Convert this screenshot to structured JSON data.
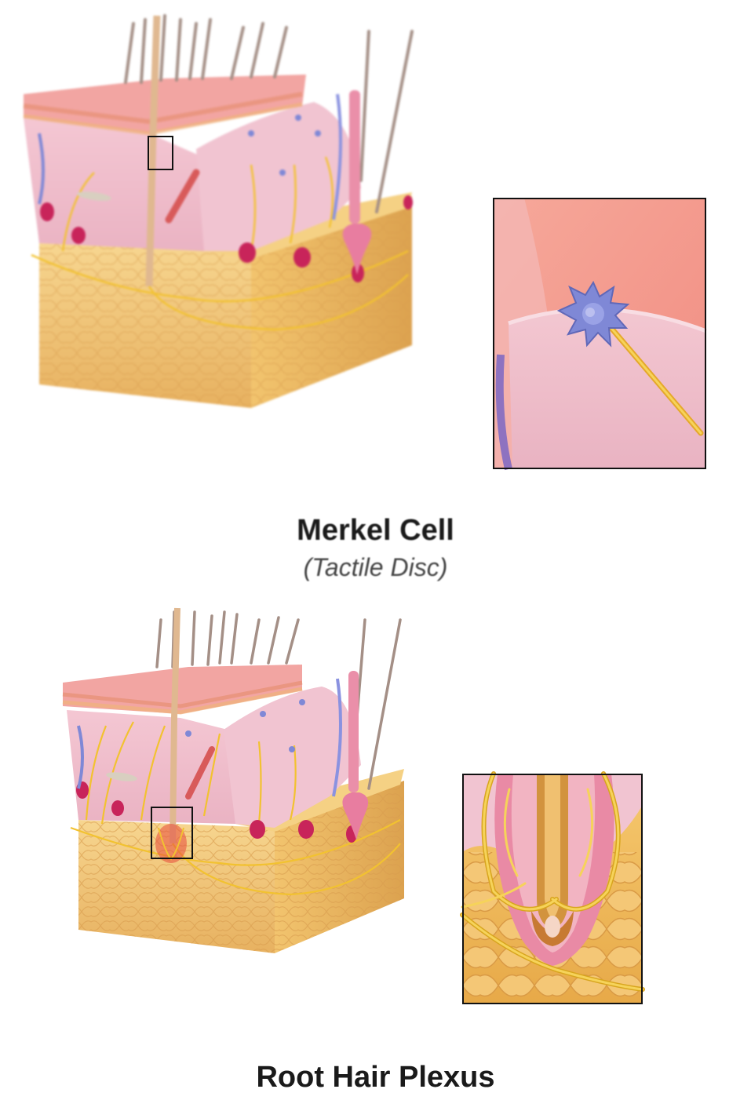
{
  "panels": [
    {
      "title": "Merkel Cell",
      "subtitle": "(Tactile Disc)",
      "skin_block_icon": "skin-cross-section-illustration",
      "inset_icon": "merkel-cell-closeup"
    },
    {
      "title": "Root Hair Plexus",
      "subtitle": "",
      "skin_block_icon": "skin-cross-section-illustration",
      "inset_icon": "hair-root-plexus-closeup"
    }
  ],
  "colors": {
    "epidermis": "#f2a3a0",
    "dermis": "#f0c2cf",
    "fat": "#f3c77a",
    "fat_dark": "#e3a84e",
    "nerve": "#f2c230",
    "merkel": "#7f88d6",
    "hair": "#a48f86",
    "box_outline": "#111111"
  }
}
